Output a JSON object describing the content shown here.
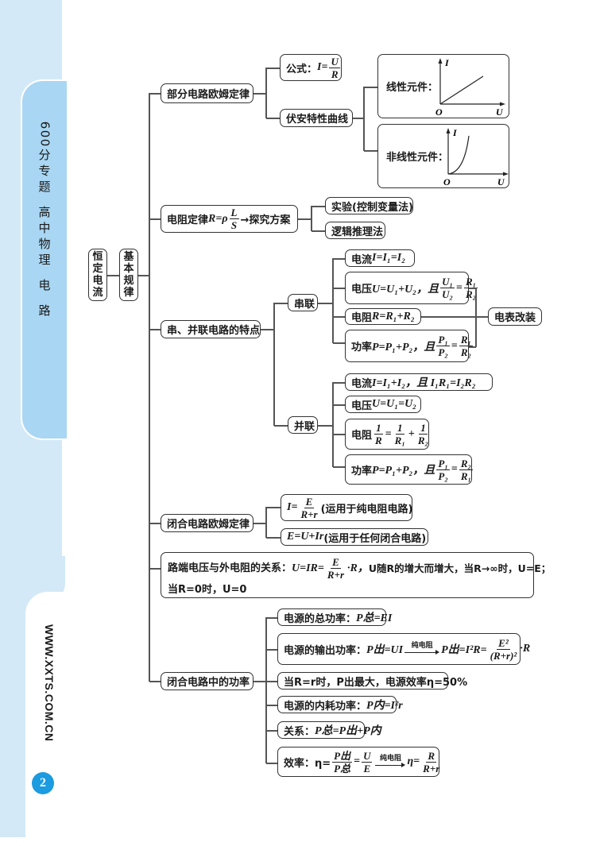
{
  "sidebar": {
    "tab_chars": [
      "6",
      "0",
      "0",
      "分",
      "专",
      "题",
      "",
      "高",
      "中",
      "物",
      "理",
      "",
      "电",
      "",
      "路"
    ],
    "website": "WWW.XXTS.COM.CN",
    "page_number": "2",
    "accent_color": "#1b9be0",
    "tab_color": "#a9d6f3",
    "band_color": "#d4e9f7"
  },
  "root": {
    "title_chars": [
      "恒",
      "定",
      "电",
      "流"
    ],
    "sub_chars": [
      "基",
      "本",
      "规",
      "律"
    ]
  },
  "ohm_part": {
    "label": "部分电路欧姆定律",
    "formula_label": "公式：",
    "formula_lhs": "I=",
    "formula_num": "U",
    "formula_den": "R",
    "va_curve_label": "伏安特性曲线",
    "linear_label": "线性元件：",
    "nonlinear_label": "非线性元件：",
    "axis_y": "I",
    "axis_x": "U",
    "origin": "O"
  },
  "resistance_law": {
    "label_prefix": "电阻定律",
    "formula_lhs": "R=ρ",
    "formula_num": "L",
    "formula_den": "S",
    "label_suffix": "→探究方案",
    "children": [
      "实验(控制变量法)",
      "逻辑推理法"
    ]
  },
  "series_parallel": {
    "label": "串、并联电路的特点",
    "series": {
      "label": "串联",
      "current": {
        "prefix": "电流",
        "formula": "I=I₁=I₂"
      },
      "voltage": {
        "prefix": "电压",
        "formula": "U=U₁+U₂，且",
        "ratio_lhs_num": "U₁",
        "ratio_lhs_den": "U₂",
        "ratio_rhs_num": "R₁",
        "ratio_rhs_den": "R₂"
      },
      "resistance": {
        "prefix": "电阻",
        "formula": "R=R₁+R₂"
      },
      "power": {
        "prefix": "功率",
        "formula": "P=P₁+P₂，且",
        "ratio_lhs_num": "P₁",
        "ratio_lhs_den": "P₂",
        "ratio_rhs_num": "R₁",
        "ratio_rhs_den": "R₂"
      }
    },
    "meter_conversion": "电表改装",
    "parallel": {
      "label": "并联",
      "current": {
        "prefix": "电流",
        "formula": "I=I₁+I₂，且 I₁R₁=I₂R₂"
      },
      "voltage": {
        "prefix": "电压",
        "formula": "U=U₁=U₂"
      },
      "resistance": {
        "prefix": "电阻",
        "lhs_num": "1",
        "lhs_den": "R",
        "t1_num": "1",
        "t1_den": "R₁",
        "t2_num": "1",
        "t2_den": "R₂"
      },
      "power": {
        "prefix": "功率",
        "formula": "P=P₁+P₂，且",
        "ratio_lhs_num": "P₁",
        "ratio_lhs_den": "P₂",
        "ratio_rhs_num": "R₂",
        "ratio_rhs_den": "R₁"
      }
    }
  },
  "closed_ohm": {
    "label": "闭合电路欧姆定律",
    "item1_lhs": "I=",
    "item1_num": "E",
    "item1_den": "R+r",
    "item1_note": "(运用于纯电阻电路)",
    "item2_formula": "E=U+Ir",
    "item2_note": "(运用于任何闭合电路)"
  },
  "terminal_voltage": {
    "prefix": "路端电压与外电阻的关系：",
    "formula_lhs": "U=IR=",
    "frac_num": "E",
    "frac_den": "R+r",
    "after_frac": "·R，",
    "text1": "U随R的增大而增大，当R→∞时，U=E；",
    "text2": "当R=0时，U=0"
  },
  "closed_power": {
    "label": "闭合电路中的功率",
    "total": {
      "prefix": "电源的总功率：",
      "formula": "P总=EI"
    },
    "output": {
      "prefix": "电源的输出功率：",
      "f1": "P出=UI",
      "arrow_label": "纯电阻",
      "f2": "P出=I²R=",
      "frac_num": "E²",
      "frac_den": "(R+r)²",
      "f3": "·R"
    },
    "max": {
      "text": "当R=r时，P出最大，电源效率η=50%"
    },
    "internal": {
      "prefix": "电源的内耗功率：",
      "formula": "P内=I²r"
    },
    "relation": {
      "prefix": "关系：",
      "formula": "P总=P出+P内"
    },
    "efficiency": {
      "prefix": "效率：η=",
      "f1_num": "P出",
      "f1_den": "P总",
      "eq": "=",
      "f2_num": "U",
      "f2_den": "E",
      "arrow_label": "纯电阻",
      "f3": "η=",
      "f3_num": "R",
      "f3_den": "R+r"
    }
  }
}
